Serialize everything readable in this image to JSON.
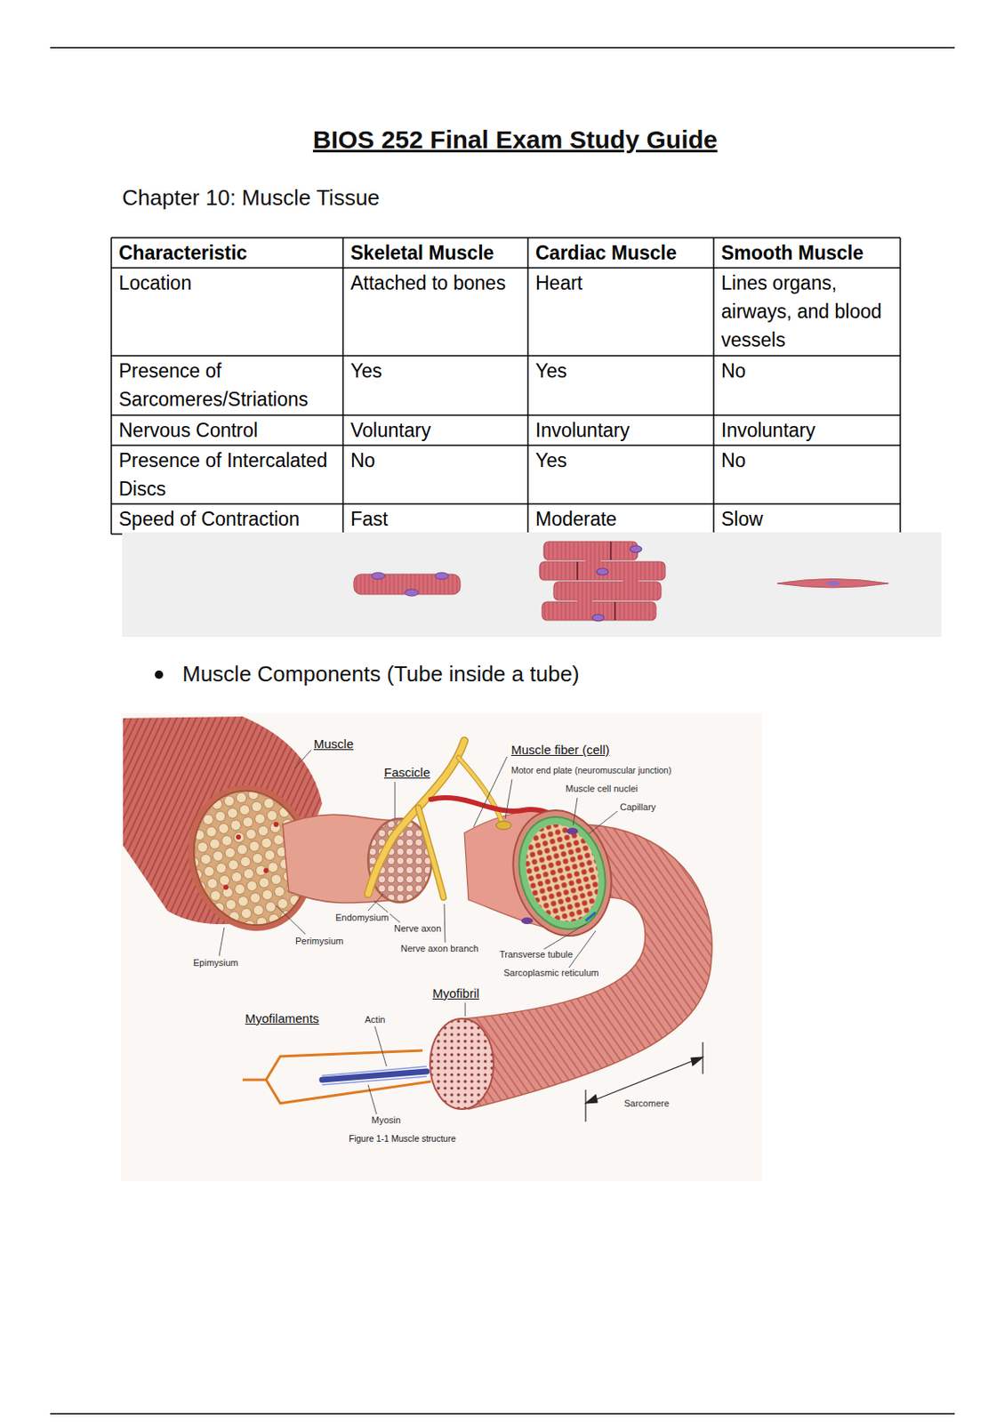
{
  "diagram": {
    "title": "BIOS 252 Final Exam Study Guide",
    "caption": "Figure 1-1 Muscle structure",
    "labels": [
      "Chapter 10: Muscle Tissue",
      "Characteristic",
      "Skeletal Muscle",
      "Cardiac Muscle",
      "Smooth Muscle",
      "Location",
      "Attached to bones",
      "Heart",
      "Lines organs, airways, and blood vessels",
      "Presence of Sarcomeres/Striations",
      "Yes",
      "Yes",
      "No",
      "Nervous Control",
      "Voluntary",
      "Involuntary",
      "Involuntary",
      "Presence of Intercalated Discs",
      "No",
      "Yes",
      "No",
      "Speed of Contraction",
      "Fast",
      "Moderate",
      "Slow",
      "Muscle Components (Tube inside a tube)",
      "Muscle",
      "Fascicle",
      "Muscle fiber (cell)",
      "Motor end plate (neuromuscular junction)",
      "Muscle cell nuclei",
      "Capillary",
      "Endomysium",
      "Perimysium",
      "Nerve axon",
      "Nerve axon branch",
      "Epimysium",
      "Transverse tubule",
      "Sarcoplasmic reticulum",
      "Myofibril",
      "Myofilaments",
      "Actin",
      "Myosin",
      "Sarcomere"
    ]
  }
}
